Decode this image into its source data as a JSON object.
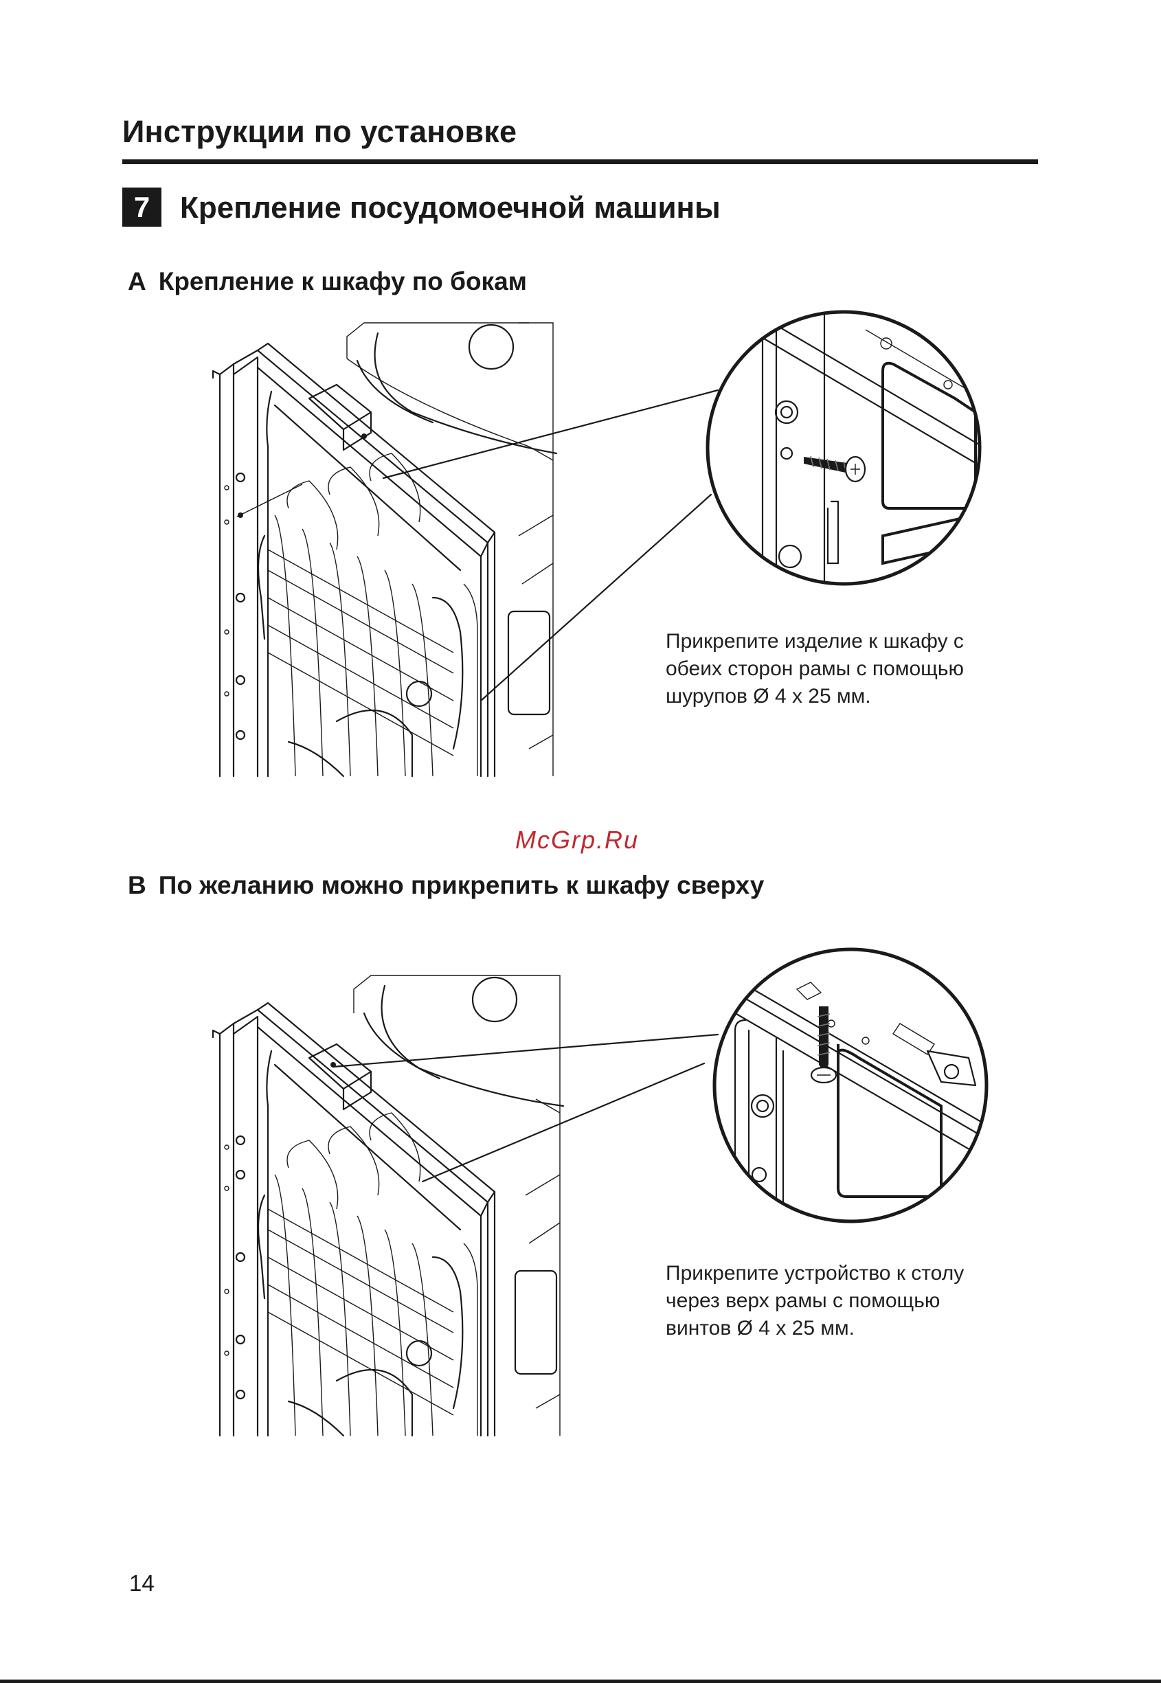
{
  "header": {
    "title": "Инструкции по установке"
  },
  "section": {
    "number": "7",
    "title": "Крепление посудомоечной машины"
  },
  "subsection_a": {
    "letter": "A",
    "title": "Крепление к шкафу по бокам",
    "caption_lines": [
      "Прикрепите изделие к шкафу с",
      "обеих сторон рамы с помощью",
      "шурупов Ø 4 x 25 мм."
    ]
  },
  "subsection_b": {
    "letter": "B",
    "title": "По желанию можно прикрепить к шкафу сверху",
    "caption_lines": [
      "Прикрепите устройство к столу",
      "через верх рамы с помощью",
      "винтов Ø 4 x 25 мм."
    ]
  },
  "watermark": "McGrp.Ru",
  "page_number": "14",
  "icons": {
    "figure_a": "dishwasher-side-mount-illustration",
    "figure_b": "dishwasher-top-mount-illustration",
    "zoom_a": "side-screw-detail-icon",
    "zoom_b": "top-screw-detail-icon"
  }
}
